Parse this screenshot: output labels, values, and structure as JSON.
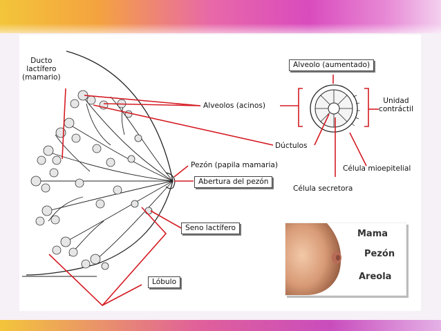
{
  "labels": {
    "ducto": "Ducto\nlactífero\n(mamario)",
    "alveolo_aumentado": "Alveolo (aumentado)",
    "alveolos": "Alveolos (acinos)",
    "unidad": "Unidad\ncontráctil",
    "ductulos": "Dúctulos",
    "pezon_papila": "Pezón (papila mamaria)",
    "celula_mioepitelial": "Célula mioepitelial",
    "abertura": "Abertura del pezón",
    "celula_secretora": "Célula secretora",
    "seno": "Seno lactífero",
    "lobulo": "Lóbulo"
  },
  "photo": {
    "mama": "Mama",
    "pezon": "Pezón",
    "areola": "Areola"
  },
  "colors": {
    "accent_line": "#d41a22",
    "label_text": "#111111"
  }
}
